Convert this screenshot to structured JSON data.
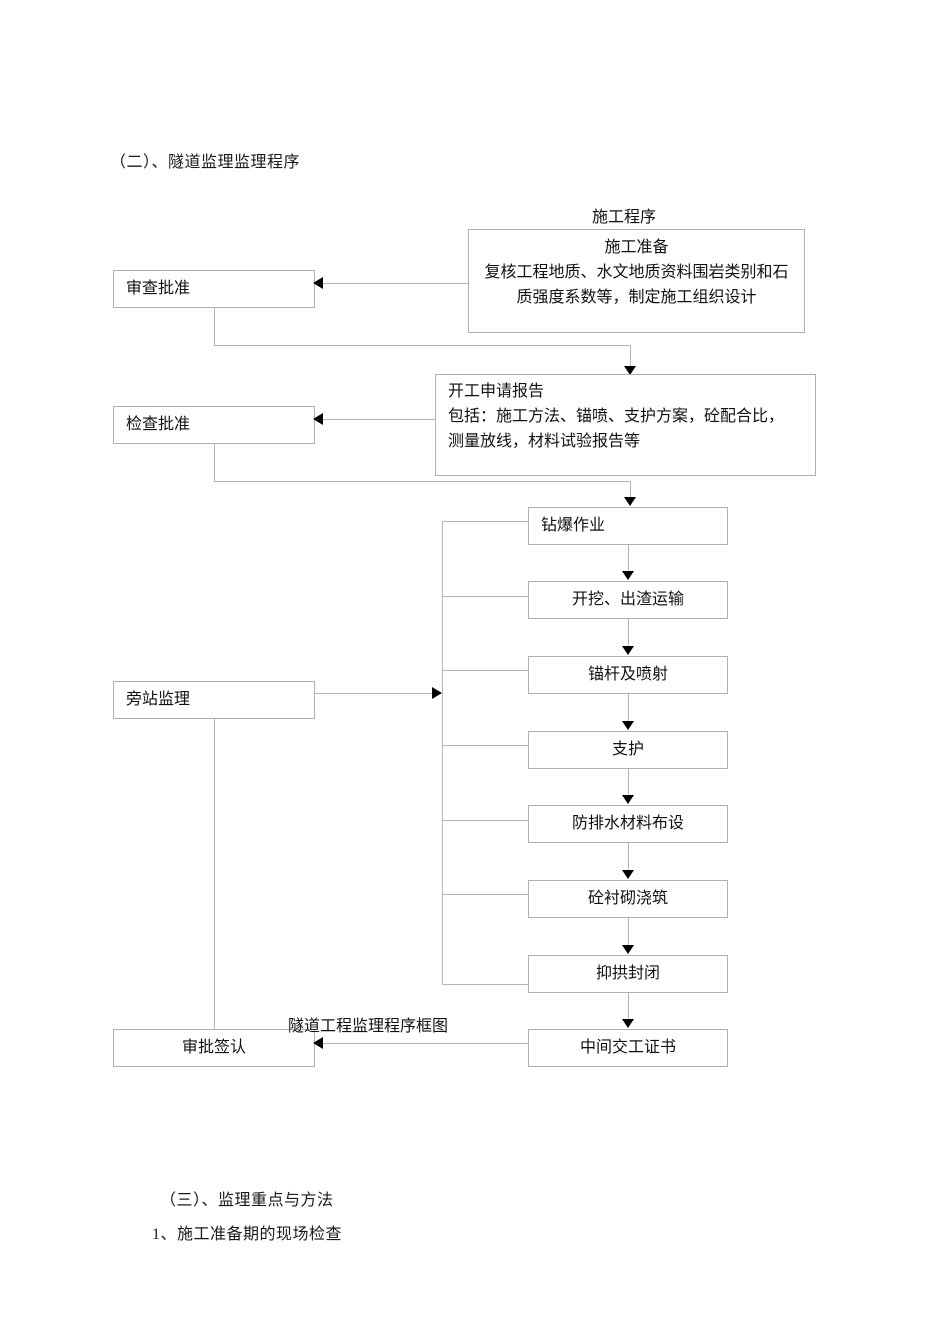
{
  "document": {
    "section_heading": "（二）、隧道监理监理程序",
    "diagram_caption": "隧道工程监理程序框图",
    "footer_lines": [
      "（三）、监理重点与方法",
      "1、施工准备期的现场检查"
    ]
  },
  "diagram": {
    "column_header": "施工程序",
    "left_nodes": [
      {
        "id": "review-approve",
        "label": "审查批准"
      },
      {
        "id": "inspect-approve",
        "label": "检查批准"
      },
      {
        "id": "onsite-super",
        "label": "旁站监理"
      },
      {
        "id": "approve-sign",
        "label": "审批签认"
      }
    ],
    "stage_nodes": [
      {
        "id": "construction-prep",
        "lines": [
          "施工准备",
          "复核工程地质、水文地质资料围岩类别和石",
          "质强度系数等，制定施工组织设计"
        ]
      },
      {
        "id": "start-application",
        "lines": [
          "开工申请报告",
          "包括：施工方法、锚喷、支护方案，砼配合比，",
          "测量放线，材料试验报告等"
        ]
      }
    ],
    "process_nodes": [
      {
        "id": "drill-blast",
        "label": "钻爆作业"
      },
      {
        "id": "excavate-haul",
        "label": "开挖、出渣运输"
      },
      {
        "id": "bolt-shotcrete",
        "label": "锚杆及喷射"
      },
      {
        "id": "support",
        "label": "支护"
      },
      {
        "id": "waterproof-layout",
        "label": "防排水材料布设"
      },
      {
        "id": "concrete-lining",
        "label": "砼衬砌浇筑"
      },
      {
        "id": "invert-closure",
        "label": "抑拱封闭"
      },
      {
        "id": "interim-cert",
        "label": "中间交工证书"
      }
    ],
    "colors": {
      "box_border": "#b0b0b0",
      "connector": "#b5b5b5",
      "arrow": "#000000",
      "text": "#111111",
      "page_background": "#ffffff"
    }
  }
}
